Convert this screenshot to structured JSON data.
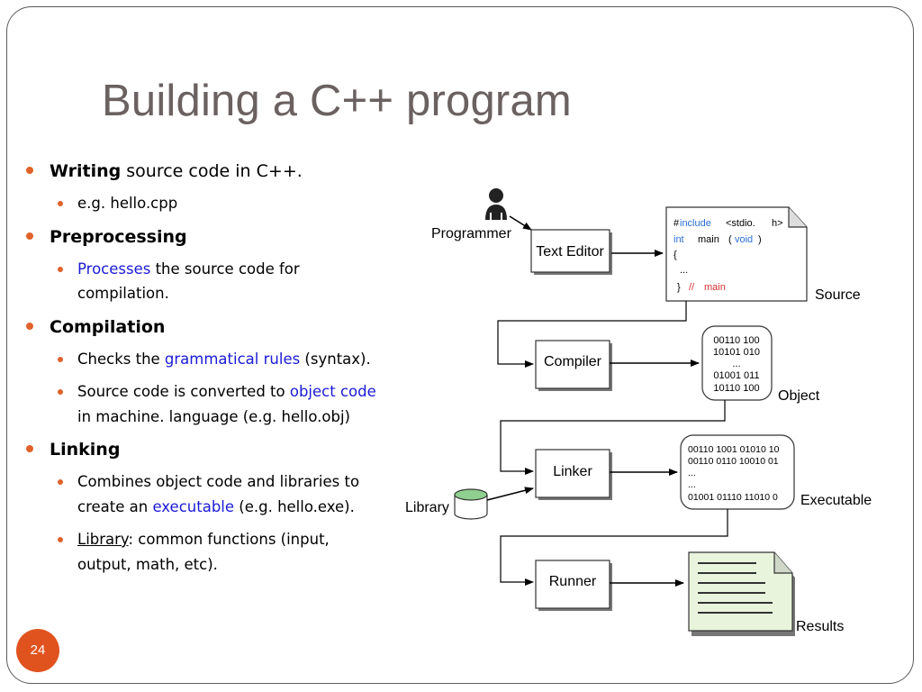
{
  "slide": {
    "title": "Building a C++ program",
    "page_number": "24",
    "accent_color": "#e0531f",
    "link_color": "#1a1ad6"
  },
  "bullets": {
    "writing": {
      "bold": "Writing",
      "rest": " source code in C++."
    },
    "writing_example": "e.g. hello.cpp",
    "preprocessing": "Preprocessing",
    "pre_detail": {
      "link": "Processes",
      "rest": " the source code for compilation."
    },
    "compilation": "Compilation",
    "comp_detail1": {
      "pre": "Checks the ",
      "link": "grammatical rules",
      "rest": " (syntax)."
    },
    "comp_detail2": {
      "pre": "Source code is converted to ",
      "link": "object code",
      "rest": " in machine. language (e.g. hello.obj)"
    },
    "linking": "Linking",
    "link_detail1": {
      "pre": "Combines object code and libraries to create an ",
      "link": "executable",
      "rest": " (e.g. hello.exe)."
    },
    "link_detail2": {
      "underlined": "Library",
      "rest": ": common functions (input, output, math, etc)."
    }
  },
  "diagram": {
    "programmer": "Programmer",
    "text_editor": "Text Editor",
    "compiler": "Compiler",
    "linker": "Linker",
    "runner": "Runner",
    "library": "Library",
    "source_label": "Source",
    "object_label": "Object",
    "executable_label": "Executable",
    "results_label": "Results",
    "source_code": {
      "hash": "#",
      "include": "include",
      "header": "<stdio.",
      "h": "h>",
      "int": "int",
      "main": "main",
      "lparen": "(",
      "void": "void",
      "rparen": ")",
      "lbrace": "{",
      "ellipsis": "...",
      "rbrace": "}",
      "comment": "//",
      "comment_text": "main"
    },
    "object_code": [
      "00110 100",
      "10101 010",
      "...",
      "01001 011",
      "10110 100"
    ],
    "executable_code": [
      "00110 1001 01010 10",
      "00110 0110 10010 01",
      "...",
      "...",
      "01001 01110 11010 0"
    ],
    "keyword_color": "#2a6ed8",
    "comment_color": "#d83030",
    "library_top_color": "#8fcf8f",
    "results_paper_color": "#e8f5dc"
  }
}
